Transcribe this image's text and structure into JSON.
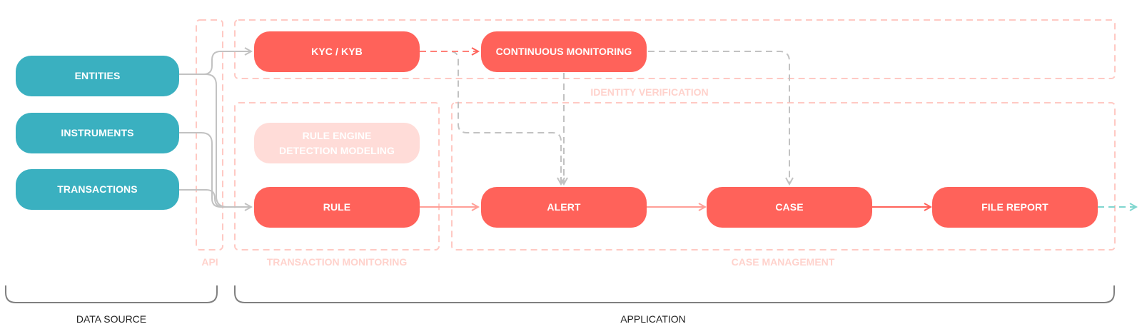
{
  "data_source": {
    "items": [
      {
        "label": "ENTITIES"
      },
      {
        "label": "INSTRUMENTS"
      },
      {
        "label": "TRANSACTIONS"
      }
    ]
  },
  "nodes": {
    "kyc": "KYC / KYB",
    "continuous_monitoring": "CONTINUOUS MONITORING",
    "rule_engine_line1": "RULE ENGINE",
    "rule_engine_line2": "DETECTION MODELING",
    "rule": "RULE",
    "alert": "ALERT",
    "case": "CASE",
    "file_report": "FILE REPORT"
  },
  "groups": {
    "api": "API",
    "identity_verification": "IDENTITY VERIFICATION",
    "transaction_monitoring": "TRANSACTION MONITORING",
    "case_management": "CASE MANAGEMENT"
  },
  "brackets": {
    "data_source": "DATA SOURCE",
    "application": "APPLICATION"
  },
  "colors": {
    "data_source_node": "#3ab0c0",
    "application_node": "#ff625a",
    "faded_node": "#ffdcd8",
    "group_border": "#ffc9c3",
    "gray_connector": "#c2c2c2",
    "red_arrow": "#ff625a",
    "teal_arrow": "#7fd6cf"
  }
}
